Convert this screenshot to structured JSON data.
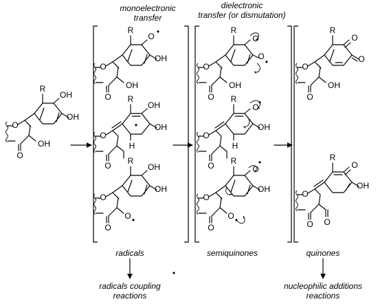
{
  "headers": {
    "mono_line1": "monoelectronic",
    "mono_line2": "transfer",
    "di_line1": "dielectronic",
    "di_line2": "transfer (or dismutation)"
  },
  "labels": {
    "radicals": "radicals",
    "semiquinones": "semiquinones",
    "quinones": "quinones",
    "coupling_line1": "radicals coupling",
    "coupling_line2": "reactions",
    "nucleo_line1": "nucleophilic additions",
    "nucleo_line2": "reactions"
  },
  "atoms": {
    "r": "R",
    "o": "O",
    "oh": "OH",
    "h": "H",
    "radical_dot": "•"
  }
}
